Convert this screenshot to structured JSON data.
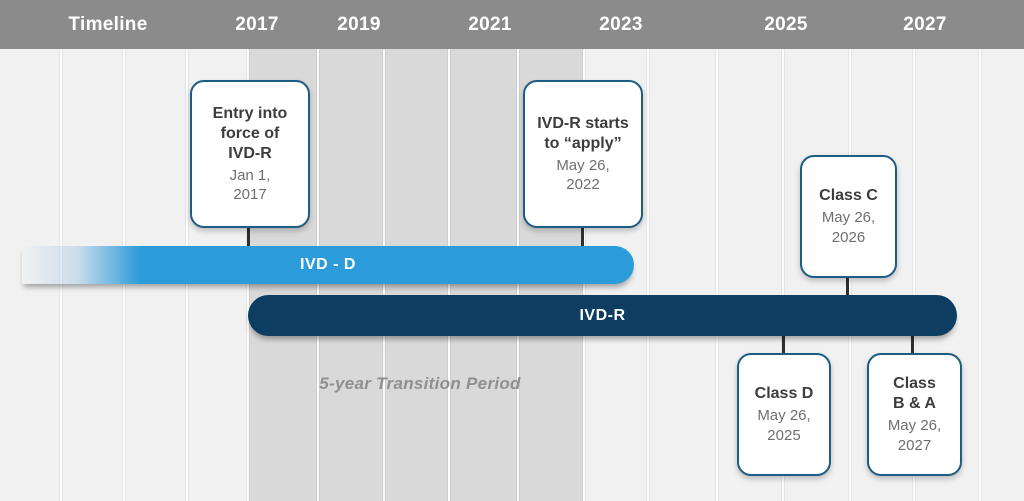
{
  "header": {
    "background": "#8B8B8B",
    "timeline_label": "Timeline",
    "years": [
      "2017",
      "2019",
      "2021",
      "2023",
      "2025",
      "2027"
    ]
  },
  "band": {
    "color": "#D9D9D9"
  },
  "bars": {
    "ivdd": {
      "label": "IVD - D",
      "color": "#2B9CD9"
    },
    "ivdr": {
      "label": "IVD-R",
      "color": "#0D3E61"
    }
  },
  "transition": {
    "label": "5-year Transition Period"
  },
  "events": [
    {
      "title": "Entry into\nforce of\nIVD-R",
      "date": "Jan 1,\n2017"
    },
    {
      "title": "IVD-R starts\nto “apply”",
      "date": "May 26,\n2022"
    },
    {
      "title": "Class C",
      "date": "May 26,\n2026"
    },
    {
      "title": "Class D",
      "date": "May 26,\n2025"
    },
    {
      "title": "Class\nB & A",
      "date": "May 26,\n2027"
    }
  ],
  "colors": {
    "page_background": "#F1F1F1",
    "box_border": "#1D5C83",
    "title_text": "#3D3D3D",
    "date_text": "#6F6F6F",
    "connector": "#2F2F2F",
    "header_text": "#FFFFFF"
  }
}
